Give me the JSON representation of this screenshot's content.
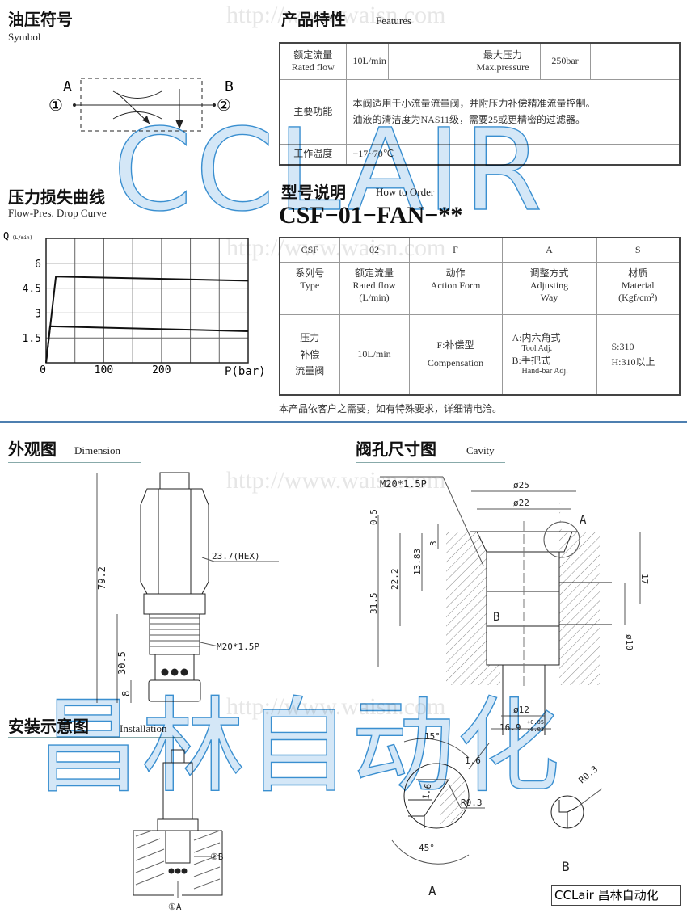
{
  "symbol": {
    "title_cn": "油压符号",
    "title_en": "Symbol",
    "port_a": "A",
    "port_b": "B",
    "port_1": "①",
    "port_2": "②"
  },
  "features": {
    "title_cn": "产品特性",
    "title_en": "Features",
    "rated_flow_label_cn": "额定流量",
    "rated_flow_label_en": "Rated flow",
    "rated_flow_value": "10L/min",
    "max_pressure_label_cn": "最大压力",
    "max_pressure_label_en": "Max.pressure",
    "max_pressure_value": "250bar",
    "function_label": "主要功能",
    "function_line1": "本阀适用于小流量流量阀，并附压力补偿精准流量控制。",
    "function_line2": "油液的清洁度为NAS11级，需要25或更精密的过滤器。",
    "temp_label": "工作温度",
    "temp_value": "−17~70℃"
  },
  "curve": {
    "title_cn": "压力损失曲线",
    "title_en": "Flow-Pres. Drop Curve"
  },
  "chart_data": {
    "type": "line",
    "title": "Flow-Pres. Drop Curve",
    "xlabel": "P(bar)",
    "ylabel": "Q",
    "ylabel_unit": "(L/min)",
    "xlim": [
      0,
      350
    ],
    "ylim": [
      0,
      7.5
    ],
    "xticks": [
      0,
      100,
      200
    ],
    "xtick_labels": [
      "0",
      "100",
      "200"
    ],
    "yticks": [
      1.5,
      3,
      4.5,
      6
    ],
    "ytick_labels": [
      "1.5",
      "3",
      "4.5",
      "6"
    ],
    "grid": true,
    "series": [
      {
        "name": "upper",
        "x": [
          0,
          17,
          350
        ],
        "y": [
          0,
          5.2,
          4.95
        ]
      },
      {
        "name": "lower",
        "x": [
          0,
          7,
          350
        ],
        "y": [
          0,
          2.2,
          1.9
        ]
      }
    ]
  },
  "order": {
    "title_cn": "型号说明",
    "title_en": "How to Order",
    "model": "CSF−01−FAN−**",
    "codes": [
      "CSF",
      "02",
      "F",
      "A",
      "S"
    ],
    "headers": [
      [
        "系列号",
        "Type"
      ],
      [
        "额定流量",
        "Rated flow",
        "(L/min)"
      ],
      [
        "动作",
        "Action Form"
      ],
      [
        "调整方式",
        "Adjusting",
        "Way"
      ],
      [
        "材质",
        "Material",
        "(Kgf/cm²)"
      ]
    ],
    "row": {
      "type": [
        "压力",
        "补偿",
        "流量阀"
      ],
      "flow": "10L/min",
      "action": [
        "F:补偿型",
        "Compensation"
      ],
      "adjust": [
        "A:内六角式",
        "Tool Adj.",
        "B:手把式",
        "Hand-bar Adj."
      ],
      "material": [
        "S:310",
        "H:310以上"
      ]
    },
    "note": "本产品依客户之需要，如有特殊要求，详细请电洽。"
  },
  "dimension": {
    "title_cn": "外观图",
    "title_en": "Dimension",
    "hex": "23.7(HEX)",
    "overall": "79.2",
    "thread_len": "30.5",
    "bottom": "8",
    "thread": "M20*1.5P"
  },
  "installation": {
    "title_cn": "安装示意图",
    "title_en": "Installation",
    "port_b": "②B",
    "port_a": "①A"
  },
  "cavity": {
    "title_cn": "阀孔尺寸图",
    "title_en": "Cavity",
    "thread": "M20*1.5P",
    "d25": "ø25",
    "d22": "ø22",
    "d10": "ø10",
    "d12": "ø12",
    "h05": "0.5",
    "h3": "3",
    "h1383": "13.83",
    "h222": "22.2",
    "h315": "31.5",
    "h17": "17",
    "d169": "16.9",
    "tol_up": "+0.05",
    "tol_dn": "-0.03",
    "label_a": "A",
    "label_b": "B",
    "ang15": "15°",
    "ang45": "45°",
    "c16a": "1.6",
    "c16b": "1.6",
    "r03a": "R0.3",
    "r03b": "R0.3",
    "detail_a": "A",
    "detail_b": "B"
  },
  "watermarks": {
    "brand": "CCLAIR",
    "brand_cn": "昌林自动化",
    "url": "http://www.waisn.com"
  },
  "footer_label": "CCLair 昌林自动化",
  "colors": {
    "watermark": "#3a8fd0",
    "divider": "#4d7fb0"
  }
}
